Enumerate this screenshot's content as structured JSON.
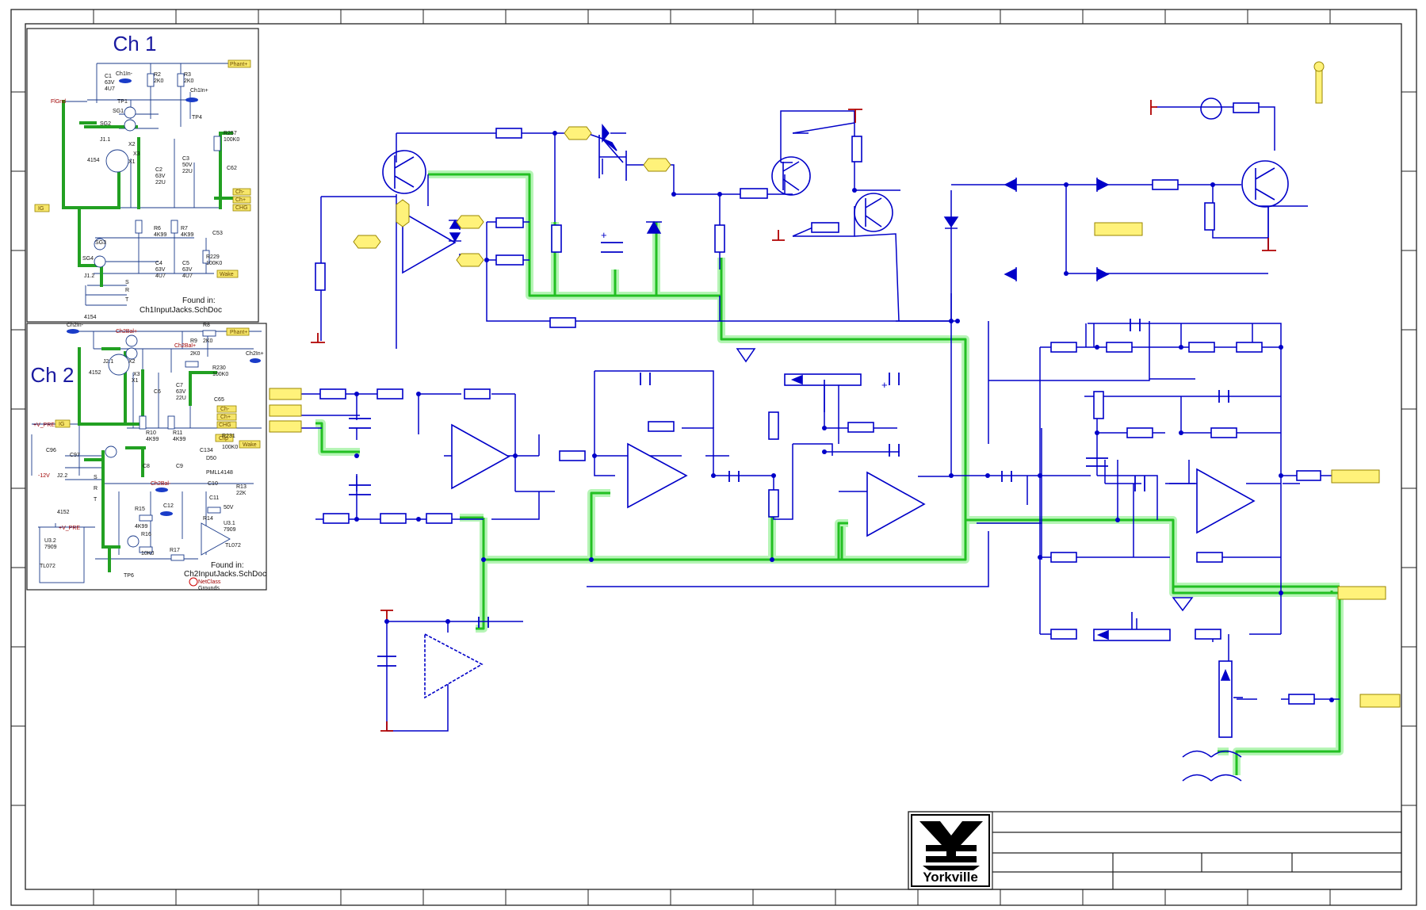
{
  "colors": {
    "wire": "#0000c8",
    "highlight": "#22c022",
    "highlight_glow": "#b6f5b6",
    "port_fill": "#fff27a",
    "port_stroke": "#9a8600",
    "power_symbol": "#b00000",
    "border": "#222222",
    "inset_wire": "#1a3a8a"
  },
  "inset_ch1": {
    "title": "Ch 1",
    "labels": {
      "c1": "C1",
      "c1_volt": "63V",
      "c1_val": "4U7",
      "ch1in_minus": "Ch1In-",
      "ch1in_plus": "Ch1In+",
      "tp1": "TP1",
      "tp4": "TP4",
      "r2": "R2",
      "r2_val": "2K0",
      "r3": "R3",
      "r3_val": "2K0",
      "phant": "Phant+",
      "flgnd": "FlGnd",
      "sg1": "SG1",
      "sg2": "SG2",
      "sg3": "SG3",
      "sg4": "SG4",
      "j11": "J1.1",
      "j11_part": "4154",
      "x1": "X1",
      "x2": "X2",
      "x3": "X3",
      "c2": "C2",
      "c2_volt": "63V",
      "c2_val": "22U",
      "c3": "C3",
      "c3_volt": "50V",
      "c3_val": "22U",
      "r257": "R257",
      "r257_val": "100K0",
      "c62": "C62",
      "ch_minus": "Ch-",
      "ch_plus": "Ch+",
      "chg": "CHG",
      "ig": "IG",
      "r6": "R6",
      "r6_val": "4K99",
      "r7": "R7",
      "r7_val": "4K99",
      "c53": "C53",
      "r229": "R229",
      "r229_val": "100K0",
      "c4": "C4",
      "c4_volt": "63V",
      "c4_val": "4U7",
      "c5": "C5",
      "c5_volt": "63V",
      "c5_val": "4U7",
      "wake": "Wake",
      "j12": "J1.2",
      "j12_part": "4154",
      "s_pin": "S",
      "r_pin": "R",
      "t_pin": "T",
      "found_in": "Found in:",
      "found_doc": "Ch1InputJacks.SchDoc"
    }
  },
  "inset_ch2": {
    "title": "Ch 2",
    "labels": {
      "ch2in_minus": "Ch2In-",
      "ch2in_plus": "Ch2In+",
      "ch2bal_plus": "Ch2Bal+",
      "ch2bal_minus": "Ch2Bal-",
      "ch2bal_plus2": "Ch2Bal+",
      "phant": "Phant+",
      "r8": "R8",
      "r8_val": "2K0",
      "r9": "R9",
      "r9_val": "2K0",
      "j21": "J2.1",
      "j21_part": "4152",
      "x1": "X1",
      "x2": "X2",
      "x3": "X3",
      "vpre": "+V_PRE",
      "ig": "IG",
      "c6": "C6",
      "c7": "C7",
      "c7_volt": "63V",
      "c7_val": "22U",
      "r230": "R230",
      "r230_val": "100K0",
      "c65": "C65",
      "ch2_minus": "Ch-",
      "ch2_plus": "Ch+",
      "chg": "CHG",
      "c96": "C96",
      "c97": "C97",
      "r10": "R10",
      "r10_val": "4K99",
      "r11": "R11",
      "r11_val": "4K99",
      "c134": "C134",
      "c8": "C8",
      "c9": "C9",
      "d50": "D50",
      "d50_part": "PMLL4148",
      "r231": "R231",
      "r231_val": "100K0",
      "wake": "Wake",
      "clip": "Clip",
      "j22": "J2.2",
      "j22_part": "4152",
      "neg12": "-12V",
      "c10": "C10",
      "c11": "C11",
      "c11_volt": "50V",
      "r13": "R13",
      "r13_val": "22K",
      "r15": "R15",
      "r15_val": "4K99",
      "r14": "R14",
      "r16": "R16",
      "r16_val": "10K0",
      "r17": "R17",
      "c12": "C12",
      "u31": "U3.1",
      "u31_part": "7909",
      "tl072": "TL072",
      "u32": "U3.2",
      "u32_part": "7909",
      "tl072b": "TL072",
      "vpre2": "+V_PRE",
      "tp6": "TP6",
      "found_in": "Found in:",
      "found_doc": "Ch2InputJacks.SchDoc",
      "netclass": "NetClass",
      "netclass_sub": "Grounds",
      "s_pin": "S",
      "r_pin": "R",
      "t_pin": "T"
    }
  },
  "title_block": {
    "logo_text": "Yorkville"
  }
}
